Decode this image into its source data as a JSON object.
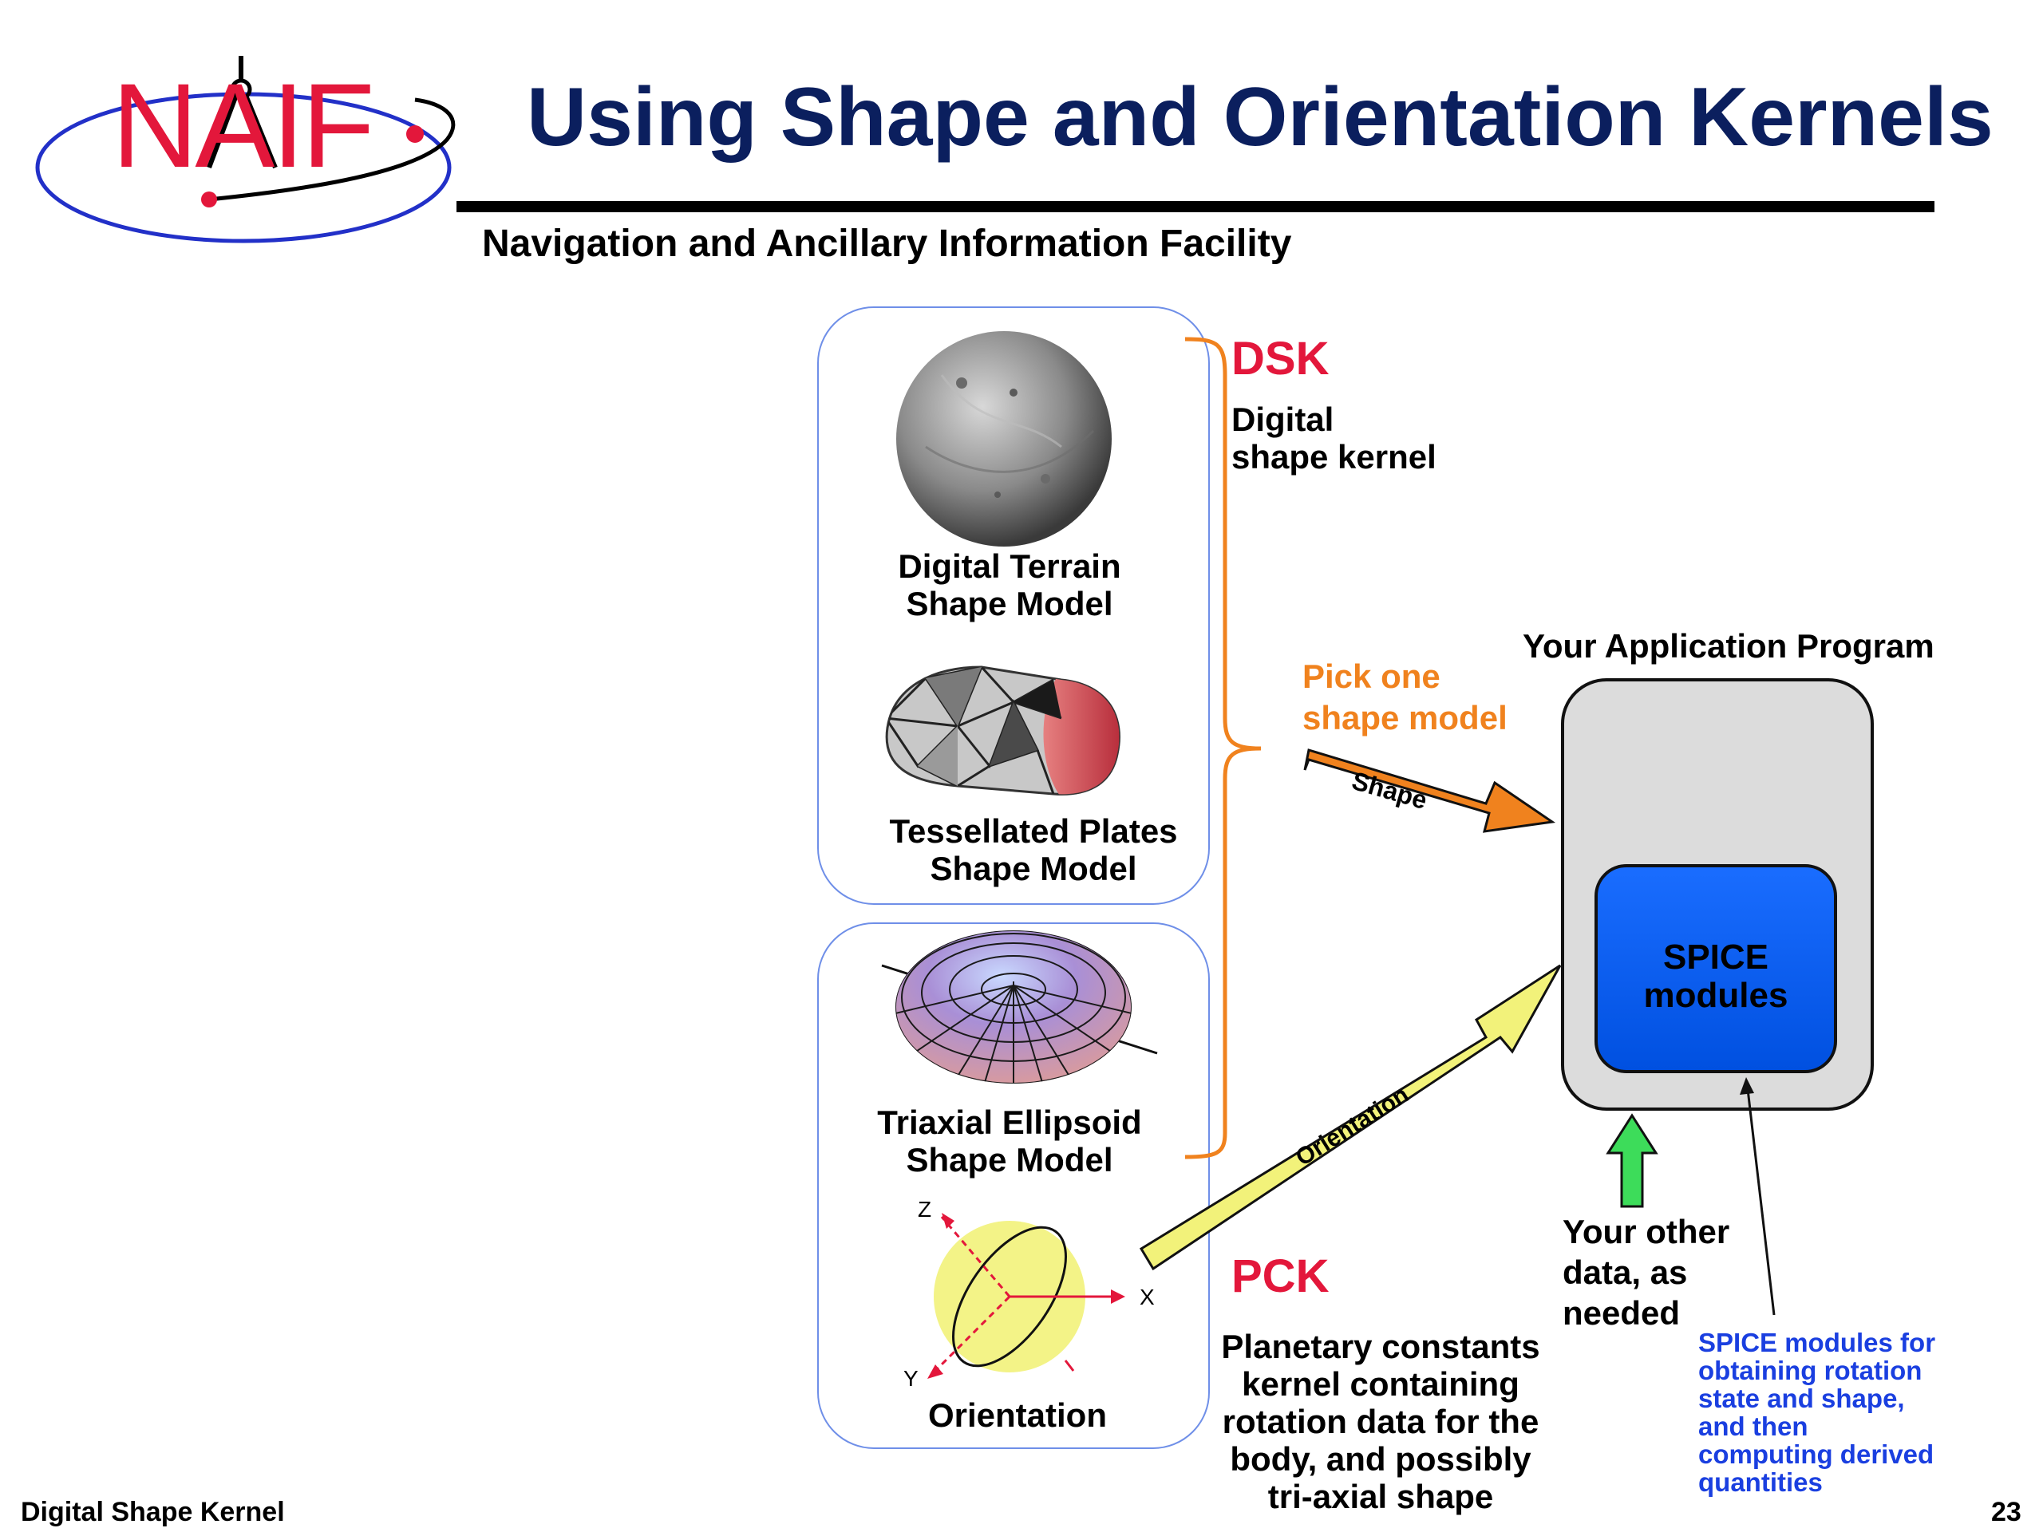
{
  "logo": {
    "text": "NAIF"
  },
  "header": {
    "title": "Using Shape and Orientation Kernels",
    "subtitle": "Navigation and Ancillary Information Facility"
  },
  "diagram": {
    "dsk": {
      "heading": "DSK",
      "desc_line1": "Digital",
      "desc_line2": "shape kernel"
    },
    "models": {
      "terrain": {
        "line1": "Digital Terrain",
        "line2": "Shape Model"
      },
      "tessellated": {
        "line1": "Tessellated Plates",
        "line2": "Shape Model"
      },
      "ellipsoid": {
        "line1": "Triaxial Ellipsoid",
        "line2": "Shape Model"
      },
      "orientation": {
        "label": "Orientation",
        "axes": {
          "x": "X",
          "y": "Y",
          "z": "Z"
        }
      }
    },
    "pick": {
      "line1": "Pick one",
      "line2": "shape model"
    },
    "arrows": {
      "shape": "Shape",
      "orientation": "Orientation"
    },
    "app": {
      "title": "Your Application Program",
      "spice_line1": "SPICE",
      "spice_line2": "modules"
    },
    "other_data": {
      "line1": "Your other",
      "line2": "data, as",
      "line3": "needed"
    },
    "pck": {
      "heading": "PCK",
      "desc": [
        "Planetary constants",
        "kernel containing",
        "rotation data for the",
        "body, and possibly",
        "tri-axial shape"
      ]
    },
    "spice_note": [
      "SPICE modules for",
      "obtaining rotation",
      "state and shape,",
      "and then",
      "computing derived",
      "quantities"
    ]
  },
  "footer": {
    "left": "Digital Shape Kernel",
    "page": "23"
  },
  "colors": {
    "title": "#0b1f5e",
    "red": "#e3173b",
    "orange": "#f0821e",
    "yellow": "#f2f27a",
    "spice_blue": "#0a5cf5",
    "app_gray": "#dcdcdc",
    "green": "#3ddc5a",
    "note_blue": "#1a3fe0"
  }
}
